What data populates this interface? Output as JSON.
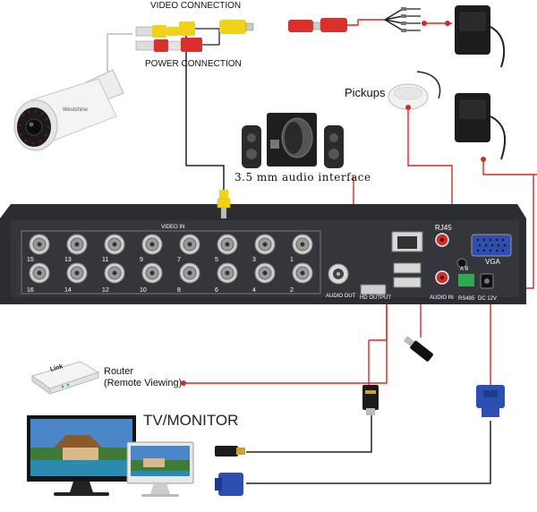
{
  "labels": {
    "video_connection": "VIDEO CONNECTION",
    "power_connection": "POWER CONNECTION",
    "pickups": "Pickups",
    "audio_interface": "3.5 mm audio interface",
    "router_line1": "Router",
    "router_line2": "(Remote Viewing)",
    "tv_monitor": "TV/MONITOR",
    "camera_brand": "Westshine",
    "router_brand": "Link"
  },
  "dvr": {
    "video_in": "VIDEO IN",
    "audio_out": "AUDIO OUT",
    "hd_output": "HD OUTPUT",
    "rj45": "RJ45",
    "vga": "VGA",
    "audio_in": "AUDIO IN",
    "rs485": "RS485",
    "rs485_ab": "A  B",
    "dc12v": "DC 12V",
    "channels_top": [
      "15",
      "13",
      "11",
      "9",
      "7",
      "5",
      "3",
      "1"
    ],
    "channels_bottom": [
      "16",
      "14",
      "12",
      "10",
      "8",
      "6",
      "4",
      "2"
    ]
  },
  "colors": {
    "wire_red": "#d42a2a",
    "wire_black": "#222222",
    "rca_yellow": "#f1d21a",
    "rca_red": "#d8312c",
    "dvr_body": "#2b2d31",
    "vga_blue": "#2d4fb0"
  }
}
